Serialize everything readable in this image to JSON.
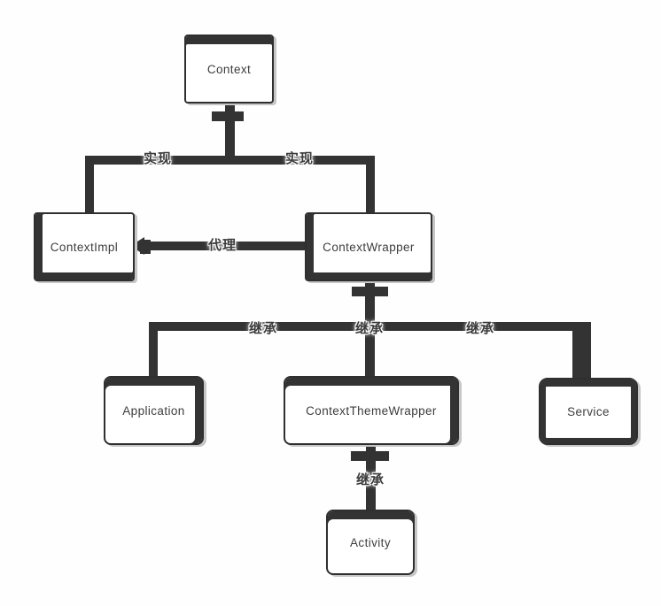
{
  "diagram": {
    "nodes": {
      "context": "Context",
      "context_impl": "ContextImpl",
      "context_wrapper": "ContextWrapper",
      "application": "Application",
      "context_theme_wrapper": "ContextThemeWrapper",
      "service": "Service",
      "activity": "Activity"
    },
    "edge_labels": {
      "implement_left": "实现",
      "implement_right": "实现",
      "proxy": "代理",
      "inherit_left": "继承",
      "inherit_middle": "继承",
      "inherit_right": "继承",
      "inherit_activity": "继承"
    },
    "colors": {
      "line": "#333333",
      "box_border": "#2f2f2f",
      "box_fill": "#ffffff",
      "label_text": "#3a3a3a",
      "background": "#fefefe"
    }
  }
}
